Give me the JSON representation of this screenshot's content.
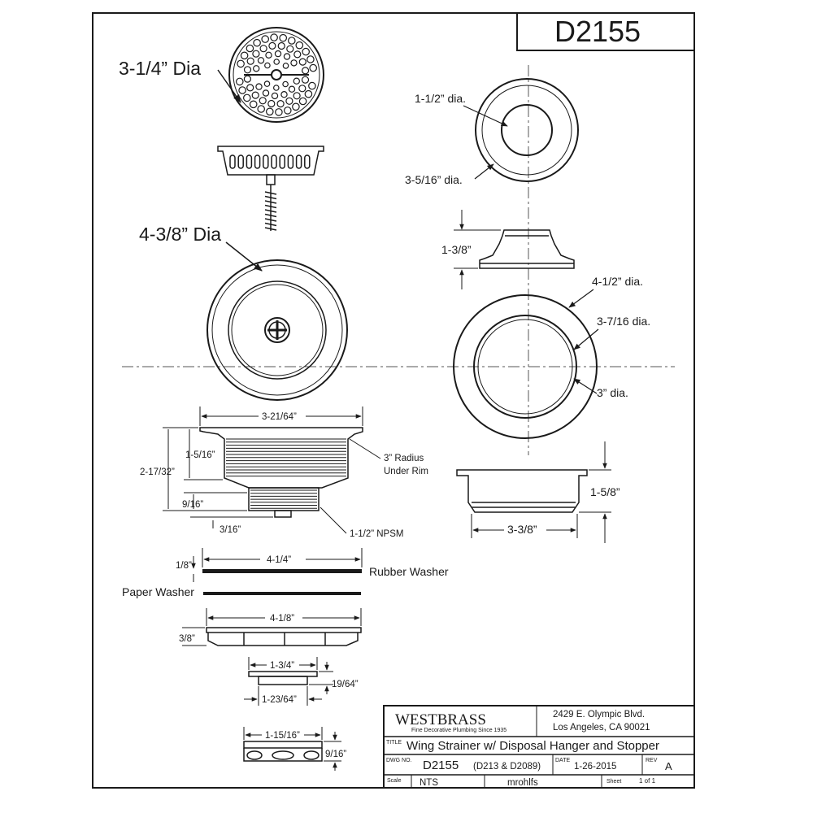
{
  "drawing_number": "D2155",
  "strainer_basket": {
    "diameter": "3-1/4” Dia"
  },
  "stopper": {
    "diameter": "4-3/8” Dia"
  },
  "flange_top": {
    "inner_dia": "1-1/2” dia.",
    "outer_dia": "3-5/16” dia."
  },
  "flange_side": {
    "height": "1-3/8”"
  },
  "disposal_flange_top": {
    "outer_dia": "4-1/2” dia.",
    "mid_dia": "3-7/16 dia.",
    "inner_dia": "3” dia."
  },
  "disposal_side": {
    "height": "1-5/8”",
    "width": "3-3/8”"
  },
  "body": {
    "top_width": "3-21/64”",
    "upper_height": "1-5/16”",
    "total_height": "2-17/32”",
    "thread_height": "9/16”",
    "tail_height": "3/16”",
    "radius_note_1": "3” Radius",
    "radius_note_2": "Under Rim",
    "thread_note": "1-1/2” NPSM"
  },
  "rubber_washer": {
    "thickness": "1/8”",
    "width": "4-1/4”",
    "label": "Rubber Washer"
  },
  "paper_washer": {
    "label": "Paper Washer"
  },
  "nut": {
    "width": "4-1/8”",
    "height": "3/8”"
  },
  "slip_washer": {
    "outer": "1-3/4”",
    "inner": "1-23/64”",
    "height": "19/64”"
  },
  "slip_nut": {
    "width": "1-15/16”",
    "height": "9/16”"
  },
  "title_block": {
    "company": "WESTBRASS",
    "tagline": "Fine Decorative Plumbing Since 1935",
    "address_1": "2429 E. Olympic Blvd.",
    "address_2": "Los Angeles, CA 90021",
    "title_label": "TITLE",
    "title": "Wing Strainer w/ Disposal Hanger and Stopper",
    "dwg_label": "DWG NO.",
    "dwg_no": "D2155",
    "dwg_refs": "(D213 & D2089)",
    "date_label": "DATE",
    "date": "1-26-2015",
    "rev_label": "REV",
    "rev": "A",
    "scale_label": "Scale",
    "scale": "NTS",
    "drawn_by": "mrohlfs",
    "sheet_label": "Sheet",
    "sheet": "1  of  1"
  }
}
